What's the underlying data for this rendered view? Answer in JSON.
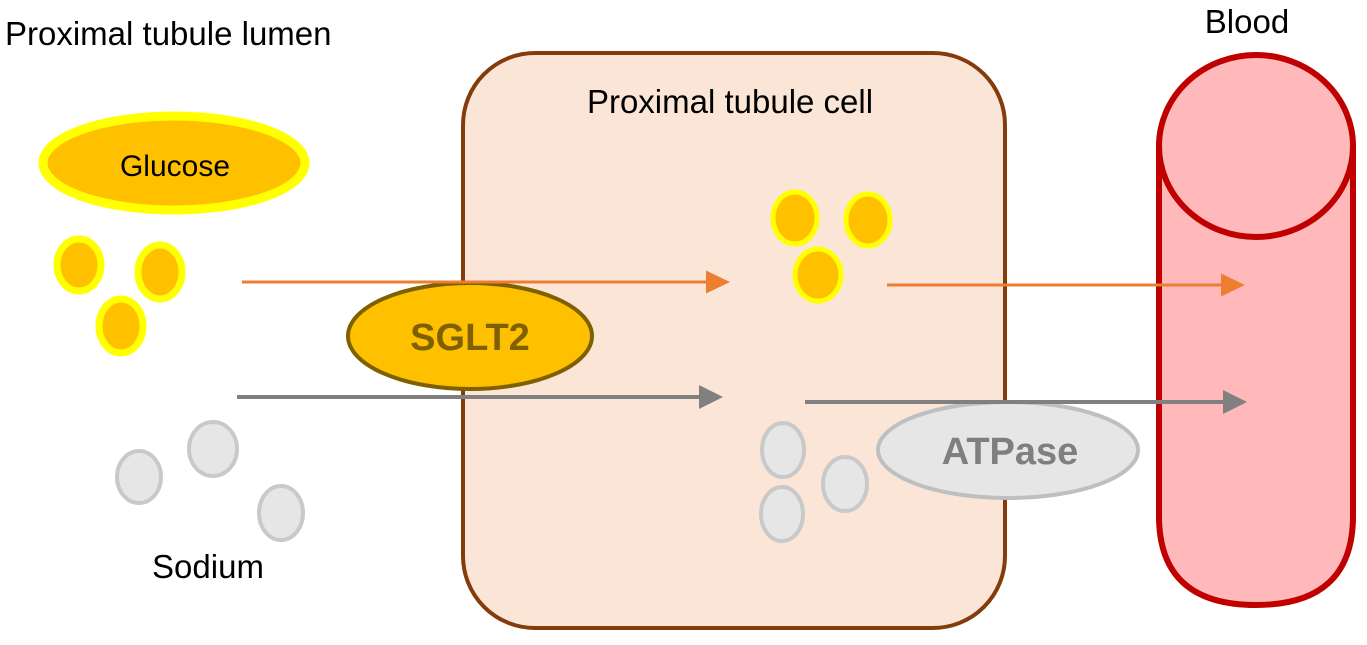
{
  "diagram": {
    "lumen": {
      "label": "Proximal tubule lumen",
      "glucose_label": "Glucose",
      "sodium_label": "Sodium"
    },
    "cell": {
      "label": "Proximal tubule cell"
    },
    "blood": {
      "label": "Blood"
    },
    "transporters": {
      "sglt2_label": "SGLT2",
      "atpase_label": "ATPase"
    }
  },
  "colors": {
    "background": "#FFFFFF",
    "text": "#000000",
    "glucose-fill": "#FFC000",
    "glucose-ring": "#FFFF00",
    "cell-fill": "#FBE5D6",
    "cell-border": "#843C0C",
    "blood-fill": "#FFB9BA",
    "blood-border": "#C00000",
    "sodium-fill": "#E7E6E6",
    "sodium-border": "#C9C9C9",
    "atpase-fill": "#E7E6E6",
    "atpase-border": "#BFBFBF",
    "atpase-text": "#7F7F7F",
    "sglt2-border": "#7F6000",
    "sglt2-text": "#7F6000",
    "arrow-orange": "#ED7D31",
    "arrow-gray": "#808080"
  }
}
